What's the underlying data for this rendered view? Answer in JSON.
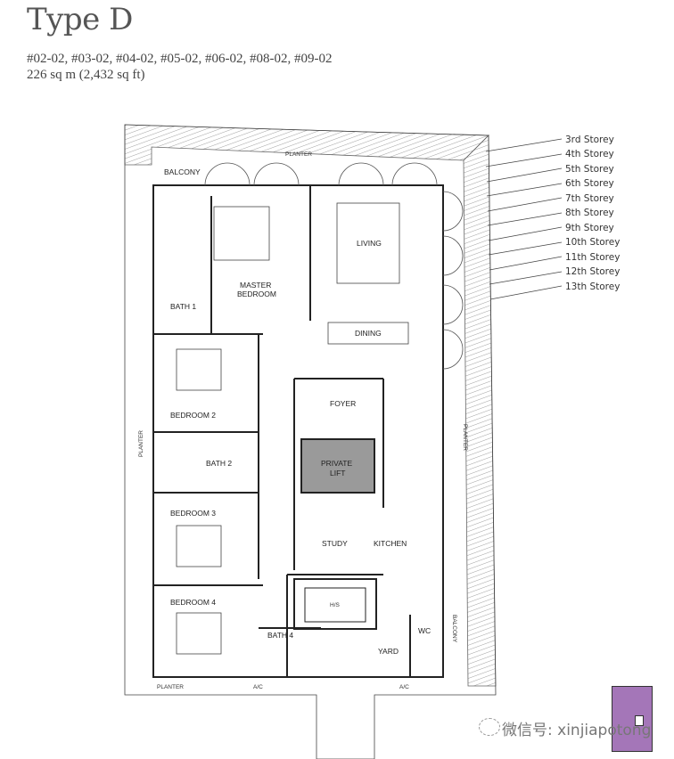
{
  "header": {
    "title": "Type D",
    "units": "#02-02, #03-02, #04-02, #05-02, #06-02, #08-02, #09-02",
    "area": "226 sq m (2,432 sq ft)"
  },
  "storeys": [
    "3rd Storey",
    "4th Storey",
    "5th Storey",
    "6th Storey",
    "7th Storey",
    "8th Storey",
    "9th Storey",
    "10th Storey",
    "11th Storey",
    "12th Storey",
    "13th Storey"
  ],
  "rooms": {
    "planter_top": "PLANTER",
    "balcony": "BALCONY",
    "master_bedroom_1": "MASTER",
    "master_bedroom_2": "BEDROOM",
    "bath1": "BATH 1",
    "living": "LIVING",
    "dining": "DINING",
    "bedroom2": "BEDROOM 2",
    "bath2": "BATH 2",
    "foyer": "FOYER",
    "lift_1": "PRIVATE",
    "lift_2": "LIFT",
    "bedroom3": "BEDROOM 3",
    "study": "STUDY",
    "kitchen": "KITCHEN",
    "hs": "H/S",
    "bedroom4": "BEDROOM 4",
    "bath4": "BATH 4",
    "wc": "WC",
    "yard": "YARD",
    "balcony_right": "BALCONY",
    "planter_left": "PLANTER",
    "planter_right": "PLANTER",
    "planter_bottom": "PLANTER",
    "ac_left": "A/C",
    "ac_right": "A/C"
  },
  "watermark": "微信号: xinjiapotong",
  "colors": {
    "lift": "#9a9a9a",
    "key_plan": "#a476b8"
  }
}
